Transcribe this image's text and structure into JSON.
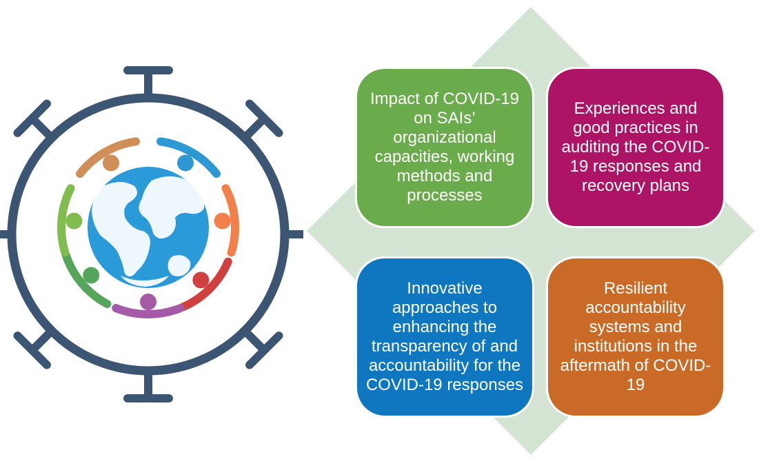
{
  "colors": {
    "diamond": "#d4e4d3",
    "ring": "#3b5573",
    "globe_land": "#ffffff",
    "globe_sea": "#2b9ad8",
    "box_1": "#6aac4b",
    "box_2": "#ae1466",
    "box_3": "#0e77bf",
    "box_4": "#c96a27"
  },
  "logo": {
    "icon": "virus-globe-people-icon",
    "people_colors": [
      "#d08f58",
      "#2d98d4",
      "#f37f4a",
      "#d13f3e",
      "#a45aa7",
      "#55a55a",
      "#80bd4e"
    ]
  },
  "boxes": [
    {
      "text": "Impact of COVID-19 on SAIs’ organizational capacities, working methods and processes"
    },
    {
      "text": "Experiences and good practices in auditing the COVID-19 responses and recovery plans"
    },
    {
      "text": "Innovative approaches to enhancing the transparency of and accountability for the COVID-19 responses"
    },
    {
      "text": "Resilient accountability systems and institutions in the aftermath of COVID-19"
    }
  ]
}
